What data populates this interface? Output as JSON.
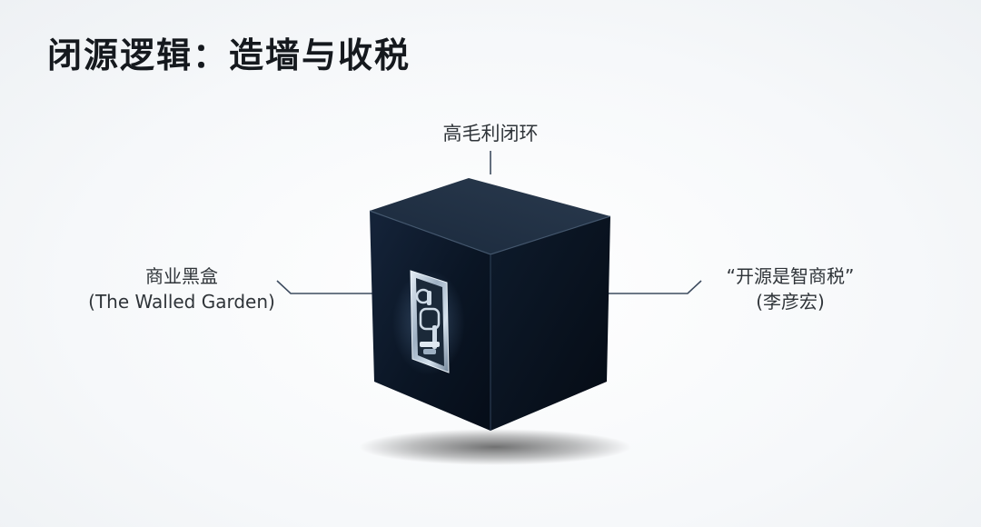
{
  "slide": {
    "title": "闭源逻辑：造墙与收税"
  },
  "labels": {
    "top": "高毛利闭环",
    "left_line1": "商业黑盒",
    "left_line2": "(The Walled Garden)",
    "right_line1": "“开源是智商税”",
    "right_line2": "(李彦宏)"
  },
  "colors": {
    "title": "#15191e",
    "label_text": "#2f3439",
    "leader_line": "#3d4c5f",
    "cube_front": "#0c1726",
    "cube_top": "#1c2b3d",
    "cube_side": "#091320",
    "coin_slot_metal": "#b7c6d6"
  },
  "icons": {
    "cube": "black-box-cube",
    "slot": "coin-slot-icon"
  }
}
